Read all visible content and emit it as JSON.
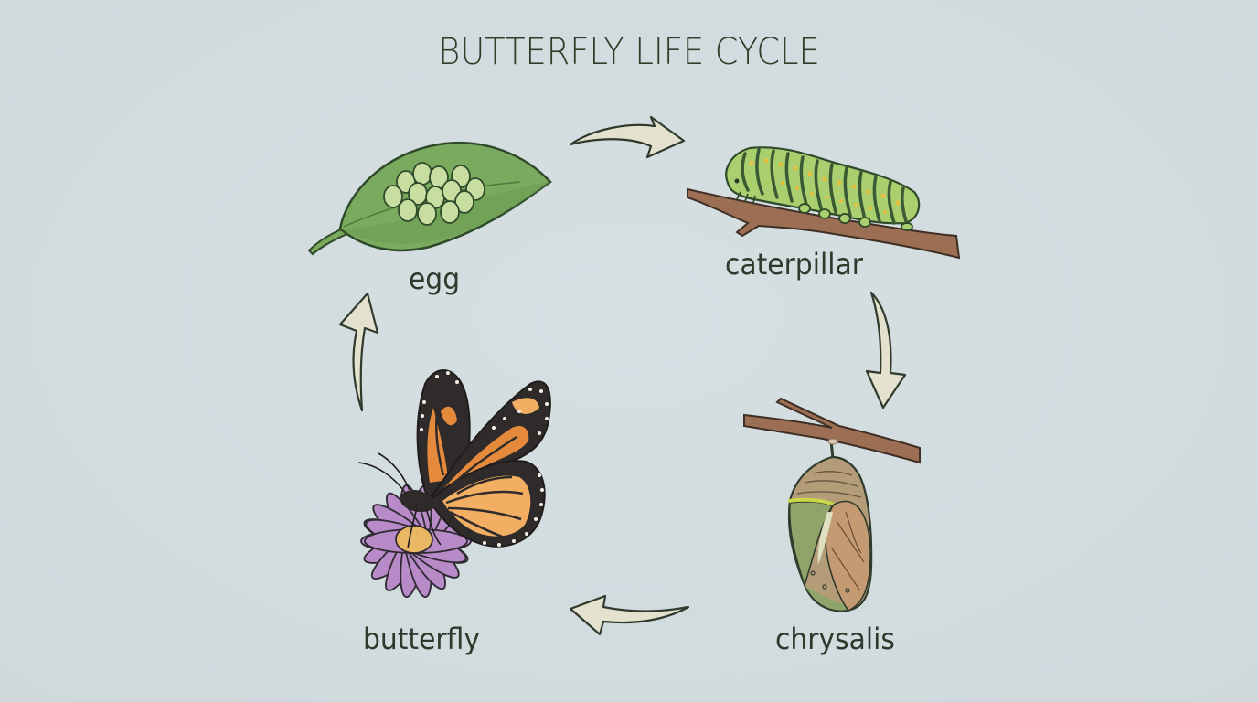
{
  "diagram": {
    "title": "BUTTERFLY LIFE CYCLE",
    "type": "cycle",
    "direction": "clockwise",
    "stages": [
      {
        "id": "egg",
        "label": "egg",
        "illustration": "cluster of pale green eggs on a green leaf"
      },
      {
        "id": "caterpillar",
        "label": "caterpillar",
        "illustration": "striped green caterpillar with yellow spots on a brown branch"
      },
      {
        "id": "chrysalis",
        "label": "chrysalis",
        "illustration": "tan and green chrysalis hanging from a branch"
      },
      {
        "id": "butterfly",
        "label": "butterfly",
        "illustration": "orange monarch butterfly resting on a purple daisy"
      }
    ],
    "arrows": [
      {
        "from": "egg",
        "to": "caterpillar",
        "icon": "curved-arrow-right-icon"
      },
      {
        "from": "caterpillar",
        "to": "chrysalis",
        "icon": "curved-arrow-down-icon"
      },
      {
        "from": "chrysalis",
        "to": "butterfly",
        "icon": "curved-arrow-left-icon"
      },
      {
        "from": "butterfly",
        "to": "egg",
        "icon": "curved-arrow-up-icon"
      }
    ],
    "colors": {
      "background": "#d3dde0",
      "text": "#2c3a2c",
      "leaf": "#7aaa5e",
      "egg": "#c8dea0",
      "caterpillar": "#a9cf6e",
      "branch": "#9c6f55",
      "chrysalis": "#b59c78",
      "wing_orange": "#e58a3c",
      "wing_light": "#f2ae62",
      "flower": "#b88bc8",
      "flower_center": "#e9b865",
      "arrow_fill": "#e4e2cf",
      "outline": "#2f3a2c"
    }
  }
}
